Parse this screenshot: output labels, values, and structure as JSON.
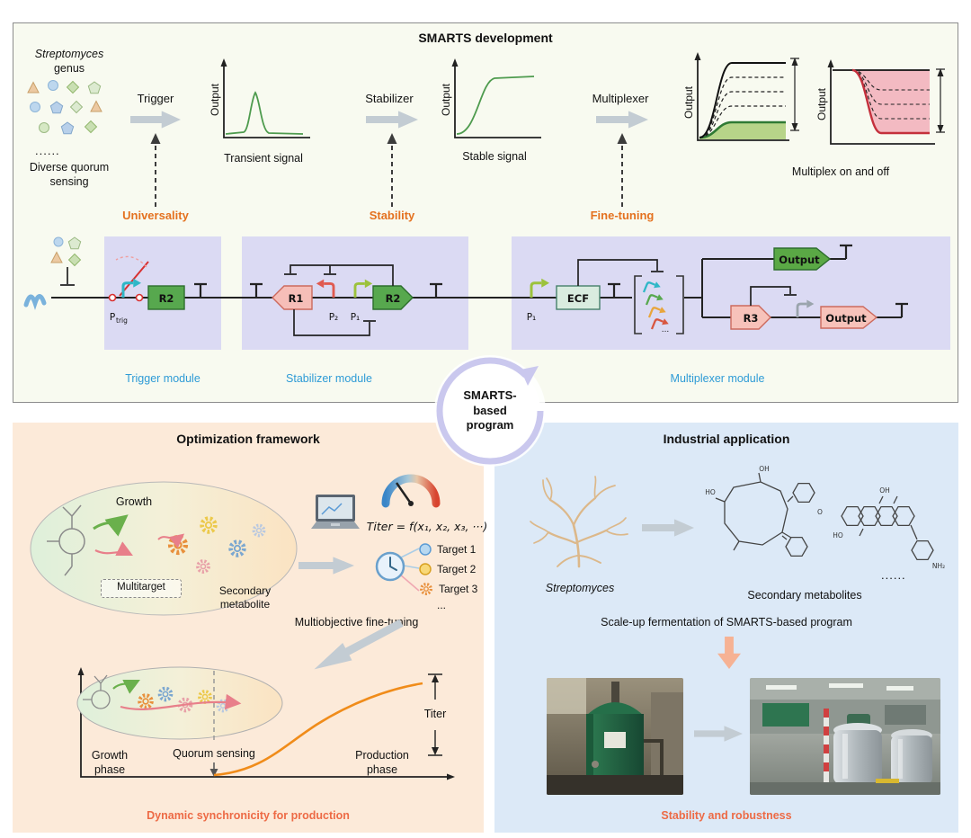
{
  "top": {
    "title": "SMARTS development",
    "source": {
      "genus_italic": "Streptomyces",
      "genus_word": "genus",
      "dots": "......",
      "caption": "Diverse quorum sensing"
    },
    "steps": {
      "trigger": "Trigger",
      "stabilizer": "Stabilizer",
      "multiplexer": "Multiplexer"
    },
    "axes": {
      "output": "Output",
      "transient": "Transient signal",
      "stable": "Stable signal",
      "multiplex_caption": "Multiplex on and off"
    },
    "qualities": {
      "universality": "Universality",
      "stability": "Stability",
      "fine_tuning": "Fine-tuning"
    },
    "circuit": {
      "p_trig_base": "P",
      "p_trig_sub": "trig",
      "r2_trigger": "R2",
      "r1": "R1",
      "p2": "P₂",
      "p1": "P₁",
      "r2_stabilizer": "R2",
      "p1_multiplexer": "P₁",
      "ecf": "ECF",
      "bracket_dots": "...",
      "output_top": "Output",
      "r3": "R3",
      "output_bottom": "Output"
    },
    "module_labels": {
      "trigger": "Trigger module",
      "stabilizer": "Stabilizer module",
      "multiplexer": "Multiplexer module"
    }
  },
  "badge": {
    "label": "SMARTS-\nbased\nprogram"
  },
  "optimization": {
    "title": "Optimization framework",
    "growth": "Growth",
    "multitarget": "Multitarget",
    "secondary_metabolite": "Secondary metabolite",
    "titer_formula": "Titer = f(x₁, x₂, x₃, ···)",
    "targets": [
      "Target 1",
      "Target 2",
      "Target 3"
    ],
    "targets_more": "...",
    "fine_tuning": "Multiobjective fine-tuning",
    "chart": {
      "growth_phase": "Growth phase",
      "quorum_sensing": "Quorum sensing",
      "production_phase": "Production phase",
      "titer": "Titer"
    },
    "caption": "Dynamic synchronicity for production"
  },
  "industrial": {
    "title": "Industrial application",
    "organism": "Streptomyces",
    "dots": "......",
    "metabolites": "Secondary metabolites",
    "scale_up": "Scale-up fermentation of SMARTS-based program",
    "caption": "Stability and robustness",
    "atoms": {
      "ho": "HO",
      "oh": "OH",
      "o": "O",
      "nh2": "NH₂"
    }
  },
  "colors": {
    "accent_orange": "#e4711f",
    "module_label_blue": "#2e9bd6",
    "caption_orange": "#ed6a45",
    "signal_green": "#4e9b4e",
    "titer_curve_orange": "#f08c1a",
    "panel_top_bg": "#f8faf0",
    "panel_optimization_bg": "#fcead9",
    "panel_industrial_bg": "#dce9f7"
  }
}
